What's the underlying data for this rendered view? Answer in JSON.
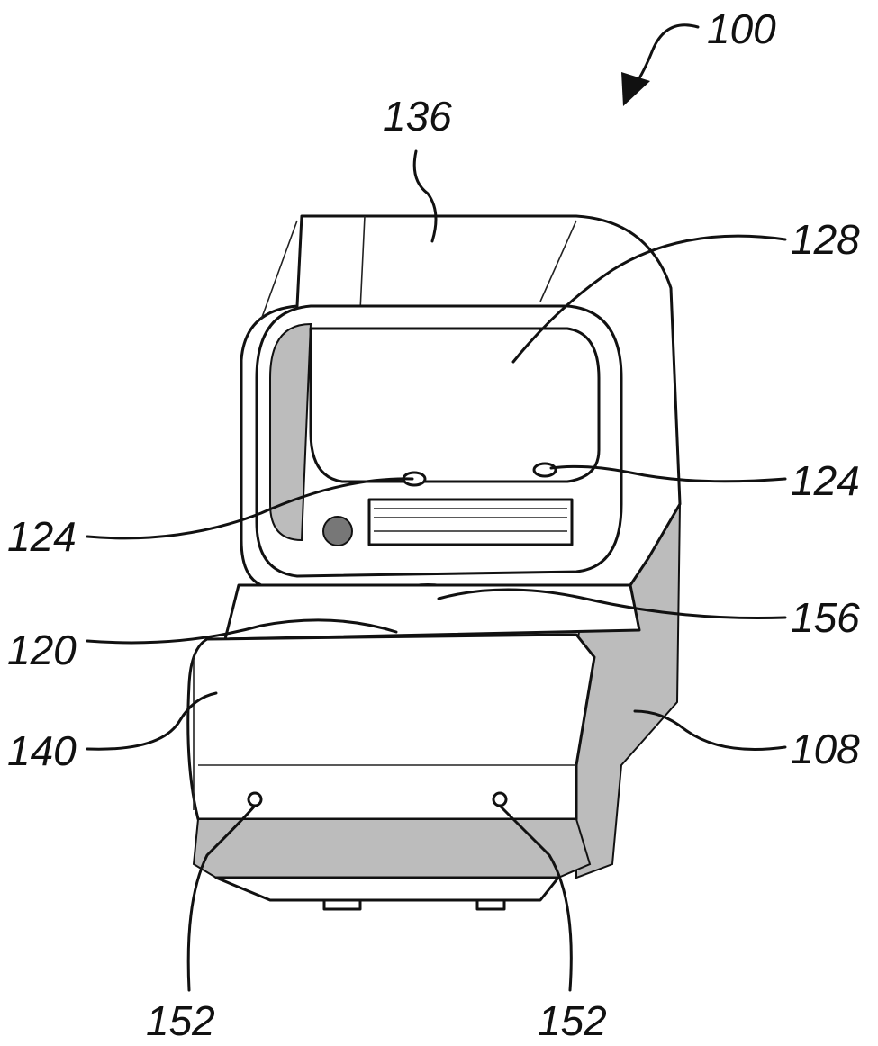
{
  "figure": {
    "labels": {
      "device": "100",
      "top_housing": "136",
      "window": "128",
      "post_right": "124",
      "post_left": "124",
      "adjuster": "156",
      "base_joint": "120",
      "front_block": "140",
      "side_body": "108",
      "port_left": "152",
      "port_right": "152"
    }
  }
}
